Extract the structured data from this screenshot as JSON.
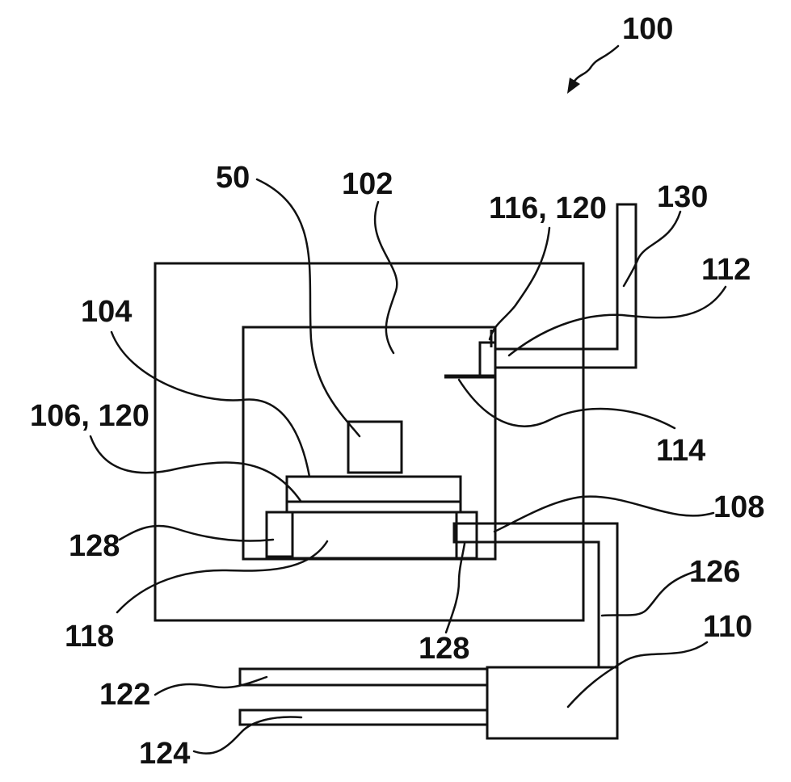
{
  "labels": {
    "l100": "100",
    "l50": "50",
    "l102": "102",
    "l116_120": "116, 120",
    "l130": "130",
    "l112": "112",
    "l104": "104",
    "l106_120": "106, 120",
    "l114": "114",
    "l108": "108",
    "l128_left": "128",
    "l126": "126",
    "l118": "118",
    "l128_bottom": "128",
    "l110": "110",
    "l122": "122",
    "l124": "124"
  }
}
